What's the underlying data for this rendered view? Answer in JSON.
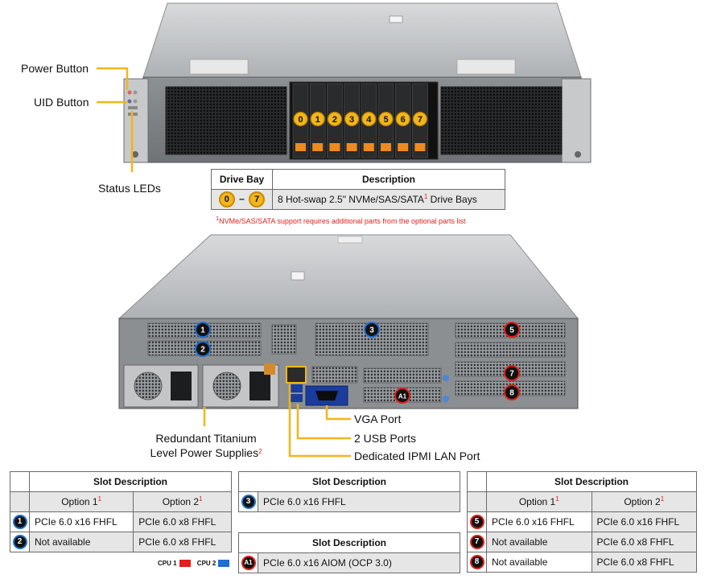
{
  "colors": {
    "callout_line": "#f2b51c",
    "cpu1": "#e0201a",
    "cpu2": "#1e6fd0",
    "chassis": "#b9bcbf",
    "chassis_dark": "#5e6165"
  },
  "front_view": {
    "labels": {
      "power_button": "Power Button",
      "uid_button": "UID Button",
      "status_leds": "Status LEDs"
    },
    "drive_bays": [
      "0",
      "1",
      "2",
      "3",
      "4",
      "5",
      "6",
      "7"
    ]
  },
  "drive_table": {
    "headers": [
      "Drive Bay",
      "Description"
    ],
    "range_start": "0",
    "range_sep": "–",
    "range_end": "7",
    "description": "8 Hot-swap 2.5\" NVMe/SAS/SATA",
    "description_sup": "1",
    "description_tail": " Drive Bays",
    "footnote_sup": "1",
    "footnote": "NVMe/SAS/SATA support requires additional parts from the optional parts list"
  },
  "rear_view": {
    "labels": {
      "psu_line1": "Redundant Titanium",
      "psu_line2": "Level Power Supplies",
      "psu_sup": "2",
      "vga": "VGA Port",
      "usb": "2 USB Ports",
      "ipmi": "Dedicated IPMI LAN Port"
    },
    "slot_badges": [
      {
        "id": "1",
        "cpu": "cpu2"
      },
      {
        "id": "2",
        "cpu": "cpu2"
      },
      {
        "id": "3",
        "cpu": "cpu2"
      },
      {
        "id": "5",
        "cpu": "cpu1"
      },
      {
        "id": "7",
        "cpu": "cpu1"
      },
      {
        "id": "8",
        "cpu": "cpu1"
      },
      {
        "id": "A1",
        "cpu": "cpu1"
      }
    ]
  },
  "slot_table_left": {
    "title": "Slot Description",
    "option1": "Option 1",
    "option2": "Option 2",
    "sup": "1",
    "rows": [
      {
        "badge": "1",
        "opt1": "PCIe 6.0 x16 FHFL",
        "opt2": "PCIe 6.0 x8 FHFL"
      },
      {
        "badge": "2",
        "opt1": "Not available",
        "opt2": "PCIe 6.0 x8 FHFL"
      }
    ]
  },
  "slot_table_mid_top": {
    "title": "Slot Description",
    "badge": "3",
    "value": "PCIe 6.0 x16 FHFL"
  },
  "slot_table_mid_bottom": {
    "title": "Slot Description",
    "badge": "A1",
    "value": "PCIe 6.0 x16 AIOM (OCP 3.0)"
  },
  "slot_table_right": {
    "title": "Slot Description",
    "option1": "Option 1",
    "option2": "Option 2",
    "sup": "1",
    "rows": [
      {
        "badge": "5",
        "opt1": "PCIe 6.0 x16 FHFL",
        "opt2": "PCIe 6.0 x16 FHFL"
      },
      {
        "badge": "7",
        "opt1": "Not available",
        "opt2": "PCIe 6.0 x8 FHFL"
      },
      {
        "badge": "8",
        "opt1": "Not available",
        "opt2": "PCIe 6.0 x8 FHFL"
      }
    ]
  },
  "cpu_legend": {
    "cpu1": "CPU 1",
    "cpu2": "CPU 2"
  }
}
